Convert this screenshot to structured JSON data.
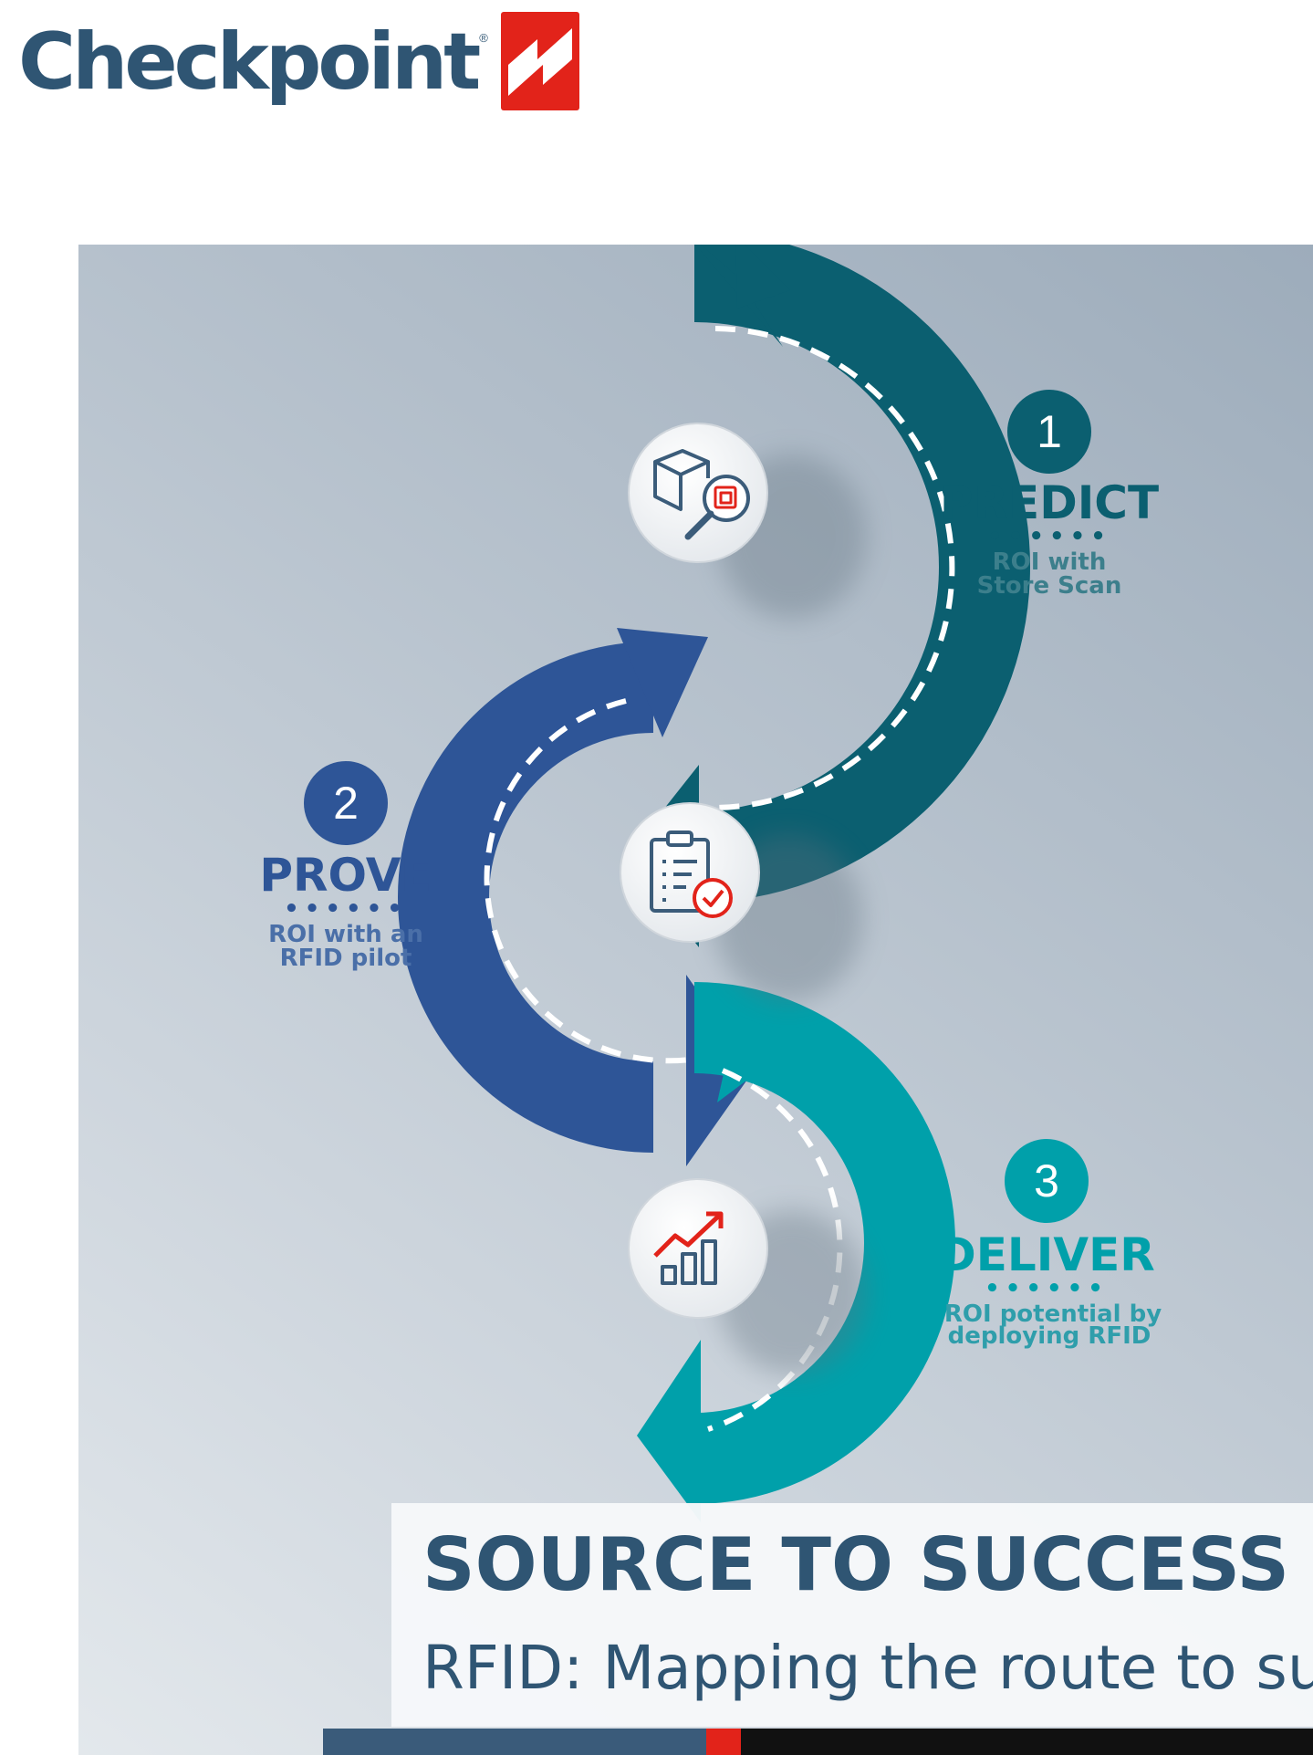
{
  "brand": {
    "name": "Checkpoint",
    "registered": "®",
    "colors": {
      "text": "#2f5573",
      "mark": "#e2231a"
    }
  },
  "steps": [
    {
      "number": "1",
      "title": "PREDICT",
      "dots": "••••••",
      "subtitle_line1": "ROI with",
      "subtitle_line2": "Store Scan",
      "icon": "box-rfid-search-icon",
      "color": "#0b5f70"
    },
    {
      "number": "2",
      "title": "PROVE",
      "dots": "••••••",
      "subtitle_line1": "ROI with an",
      "subtitle_line2": "RFID pilot",
      "icon": "clipboard-check-icon",
      "color": "#2e5597"
    },
    {
      "number": "3",
      "title": "DELIVER",
      "dots": "••••••",
      "subtitle_line1": "ROI potential by",
      "subtitle_line2": "deploying RFID",
      "icon": "growth-chart-icon",
      "color": "#00a0aa"
    }
  ],
  "hero": {
    "title": "SOURCE TO SUCCESS",
    "subtitle": "RFID: Mapping the route to success"
  },
  "colors": {
    "accent_red": "#e2231a",
    "dark_blue": "#2f5573",
    "teal_dark": "#0b5f70",
    "royal_blue": "#2e5597",
    "teal_light": "#00a0aa"
  }
}
